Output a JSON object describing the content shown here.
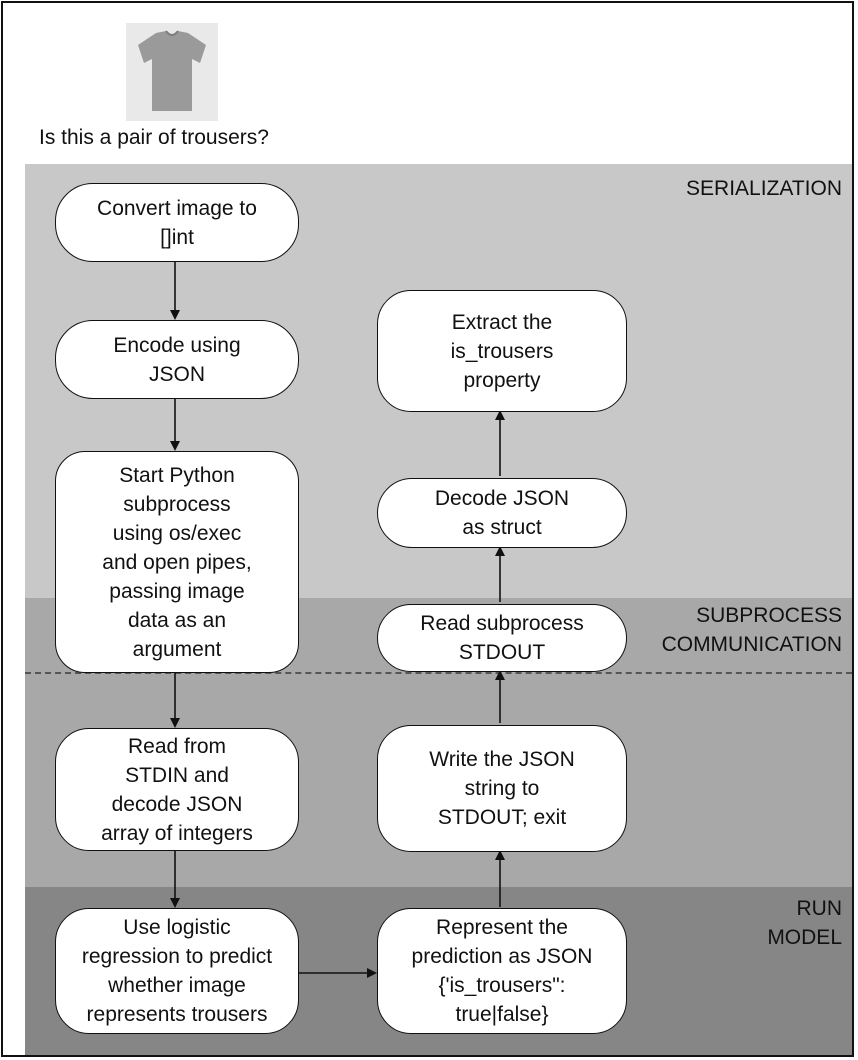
{
  "question": "Is this a pair of trousers?",
  "sections": {
    "serialization": "SERIALIZATION",
    "subprocess": "SUBPROCESS\nCOMMUNICATION",
    "run_model": "RUN\nMODEL"
  },
  "nodes": {
    "convert": "Convert image to\n[]int",
    "encode": "Encode using\nJSON",
    "start": "Start Python\nsubprocess\nusing os/exec\nand open pipes,\npassing image\ndata as an\nargument",
    "read_stdin": "Read from\nSTDIN and\ndecode JSON\narray of integers",
    "logistic": "Use logistic\nregression to predict\nwhether image\nrepresents trousers",
    "represent": "Represent the\nprediction as JSON\n{'is_trousers\":\ntrue|false}",
    "write_json": "Write the JSON\nstring to\nSTDOUT; exit",
    "read_stdout": "Read subprocess\nSTDOUT",
    "decode": "Decode JSON\nas struct",
    "extract": "Extract the\nis_trousers\nproperty"
  },
  "colors": {
    "serialization_band": "#c8c8c8",
    "subprocess_band": "#a8a8a8",
    "run_band": "#868686",
    "shirt": "#9a9a9a"
  },
  "icon": "t-shirt-image"
}
